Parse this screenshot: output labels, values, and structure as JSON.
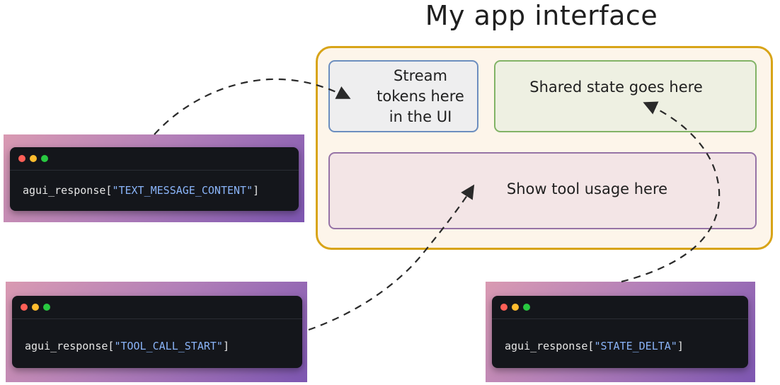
{
  "title": "My app interface",
  "panels": {
    "stream": "Stream tokens here in the UI",
    "state": "Shared state goes here",
    "tool": "Show tool usage here"
  },
  "terminals": [
    {
      "prefix": "agui_response[",
      "key": "\"TEXT_MESSAGE_CONTENT\"",
      "suffix": "]"
    },
    {
      "prefix": "agui_response[",
      "key": "\"TOOL_CALL_START\"",
      "suffix": "]"
    },
    {
      "prefix": "agui_response[",
      "key": "\"STATE_DELTA\"",
      "suffix": "]"
    }
  ],
  "icons": {
    "window_controls": [
      "close-dot-icon",
      "minimize-dot-icon",
      "maximize-dot-icon"
    ],
    "arrows": [
      "dashed-arrow-icon"
    ]
  },
  "colors": {
    "frame_border": "#d8a418",
    "frame_fill": "#fdf5ea",
    "stream_border": "#6c8ebf",
    "state_border": "#82b366",
    "tool_border": "#9673a6",
    "terminal_bg": "#14161b",
    "code_string": "#8ab4f8"
  }
}
